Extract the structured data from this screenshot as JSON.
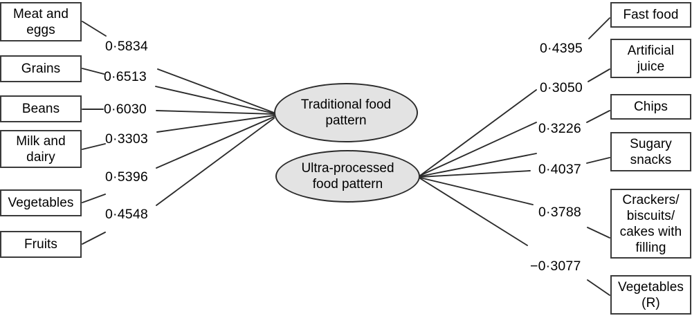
{
  "figure": {
    "type": "path-diagram",
    "description": "Structural equation path diagram of two dietary patterns and their observed food-group indicators with standardised factor loadings",
    "decimal_separator": "middle-dot"
  },
  "latent_factors": [
    {
      "id": "traditional",
      "label": "Traditional food pattern"
    },
    {
      "id": "ultra",
      "label": "Ultra-processed food pattern"
    }
  ],
  "left_indicators": [
    {
      "id": "meat-and-eggs",
      "label": "Meat and eggs"
    },
    {
      "id": "grains",
      "label": "Grains"
    },
    {
      "id": "beans",
      "label": "Beans"
    },
    {
      "id": "milk-and-dairy",
      "label": "Milk and dairy"
    },
    {
      "id": "vegetables",
      "label": "Vegetables"
    },
    {
      "id": "fruits",
      "label": "Fruits"
    }
  ],
  "right_indicators": [
    {
      "id": "fast-food",
      "label": "Fast food"
    },
    {
      "id": "artificial-juice",
      "label": "Artificial juice"
    },
    {
      "id": "chips",
      "label": "Chips"
    },
    {
      "id": "sugary-snacks",
      "label": "Sugary snacks"
    },
    {
      "id": "crackers-biscuits-cakes",
      "label": "Crackers/ biscuits/ cakes with filling"
    },
    {
      "id": "vegetables-reverse",
      "label": "Vegetables (R)"
    }
  ],
  "loadings": {
    "traditional": [
      {
        "indicator": "meat-and-eggs",
        "value": "0·5834"
      },
      {
        "indicator": "grains",
        "value": "0·6513"
      },
      {
        "indicator": "beans",
        "value": "0·6030"
      },
      {
        "indicator": "milk-and-dairy",
        "value": "0·3303"
      },
      {
        "indicator": "vegetables",
        "value": "0·5396"
      },
      {
        "indicator": "fruits",
        "value": "0·4548"
      }
    ],
    "ultra": [
      {
        "indicator": "fast-food",
        "value": "0·4395"
      },
      {
        "indicator": "artificial-juice",
        "value": "0·3050"
      },
      {
        "indicator": "chips",
        "value": "0·3226"
      },
      {
        "indicator": "sugary-snacks",
        "value": "0·4037"
      },
      {
        "indicator": "crackers-biscuits-cakes",
        "value": "0·3788"
      },
      {
        "indicator": "vegetables-reverse",
        "value": "−0·3077"
      }
    ]
  },
  "chart_data": {
    "type": "diagram",
    "title": "",
    "series": [
      {
        "name": "Traditional food pattern",
        "categories": [
          "Meat and eggs",
          "Grains",
          "Beans",
          "Milk and dairy",
          "Vegetables",
          "Fruits"
        ],
        "values": [
          0.5834,
          0.6513,
          0.603,
          0.3303,
          0.5396,
          0.4548
        ]
      },
      {
        "name": "Ultra-processed food pattern",
        "categories": [
          "Fast food",
          "Artificial juice",
          "Chips",
          "Sugary snacks",
          "Crackers/ biscuits/ cakes with filling",
          "Vegetables (R)"
        ],
        "values": [
          0.4395,
          0.305,
          0.3226,
          0.4037,
          0.3788,
          -0.3077
        ]
      }
    ]
  },
  "style": {
    "box_stroke": "#3a3a3a",
    "ellipse_fill": "#e3e3e3",
    "ellipse_stroke": "#2c2c2c",
    "line_color": "#2b2b2b",
    "background": "#ffffff"
  }
}
